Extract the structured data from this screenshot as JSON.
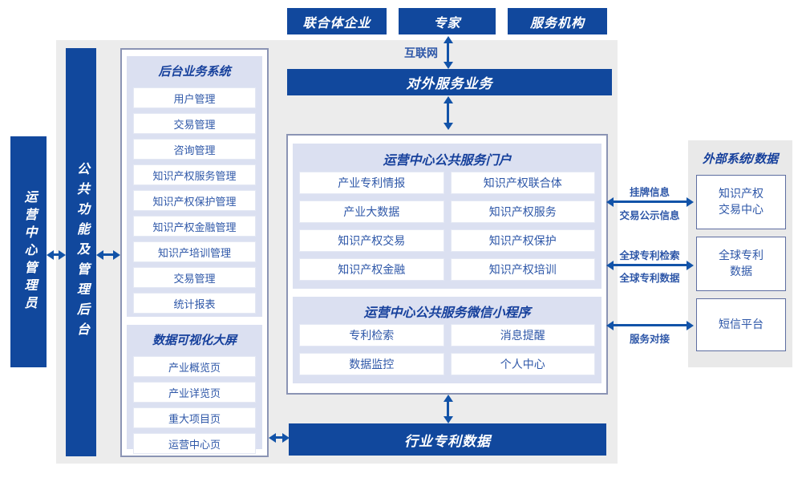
{
  "colors": {
    "primary_blue": "#11489d",
    "arrow_blue": "#1253a8",
    "subpanel_lavender": "#dbe0f1",
    "panel_border": "#8b94b4",
    "background_gray": "#ececec"
  },
  "top_actors": [
    {
      "label": "联合体企业"
    },
    {
      "label": "专家"
    },
    {
      "label": "服务机构"
    }
  ],
  "internet": {
    "label": "互联网"
  },
  "external_service_bar": {
    "label": "对外服务业务"
  },
  "admin": {
    "label": "运营中心管理员"
  },
  "backend_bar": {
    "label": "公共功能及管理后台"
  },
  "backend_panel": {
    "title": "后台业务系统",
    "items": [
      "用户管理",
      "交易管理",
      "咨询管理",
      "知识产权服务管理",
      "知识产权保护管理",
      "知识产权金融管理",
      "知识产培训管理",
      "交易管理",
      "统计报表"
    ]
  },
  "dashboard_panel": {
    "title": "数据可视化大屏",
    "items": [
      "产业概览页",
      "产业详览页",
      "重大项目页",
      "运营中心页"
    ]
  },
  "portal_panel": {
    "title": "运营中心公共服务门户",
    "items": [
      "产业专利情报",
      "知识产权联合体",
      "产业大数据",
      "知识产权服务",
      "知识产权交易",
      "知识产权保护",
      "知识产权金融",
      "知识产权培训"
    ]
  },
  "miniapp_panel": {
    "title": "运营中心公共服务微信小程序",
    "items": [
      "专利检索",
      "消息提醒",
      "数据监控",
      "个人中心"
    ]
  },
  "industry_bar": {
    "label": "行业专利数据"
  },
  "external_panel": {
    "title": "外部系统/数据",
    "boxes": [
      "知识产权\n交易中心",
      "全球专利\n数据",
      "短信平台"
    ]
  },
  "link_labels": {
    "listing_info": "挂牌信息",
    "trade_publicity": "交易公示信息",
    "global_patent_search": "全球专利检索",
    "global_patent_data": "全球专利数据",
    "service_connect": "服务对接"
  }
}
